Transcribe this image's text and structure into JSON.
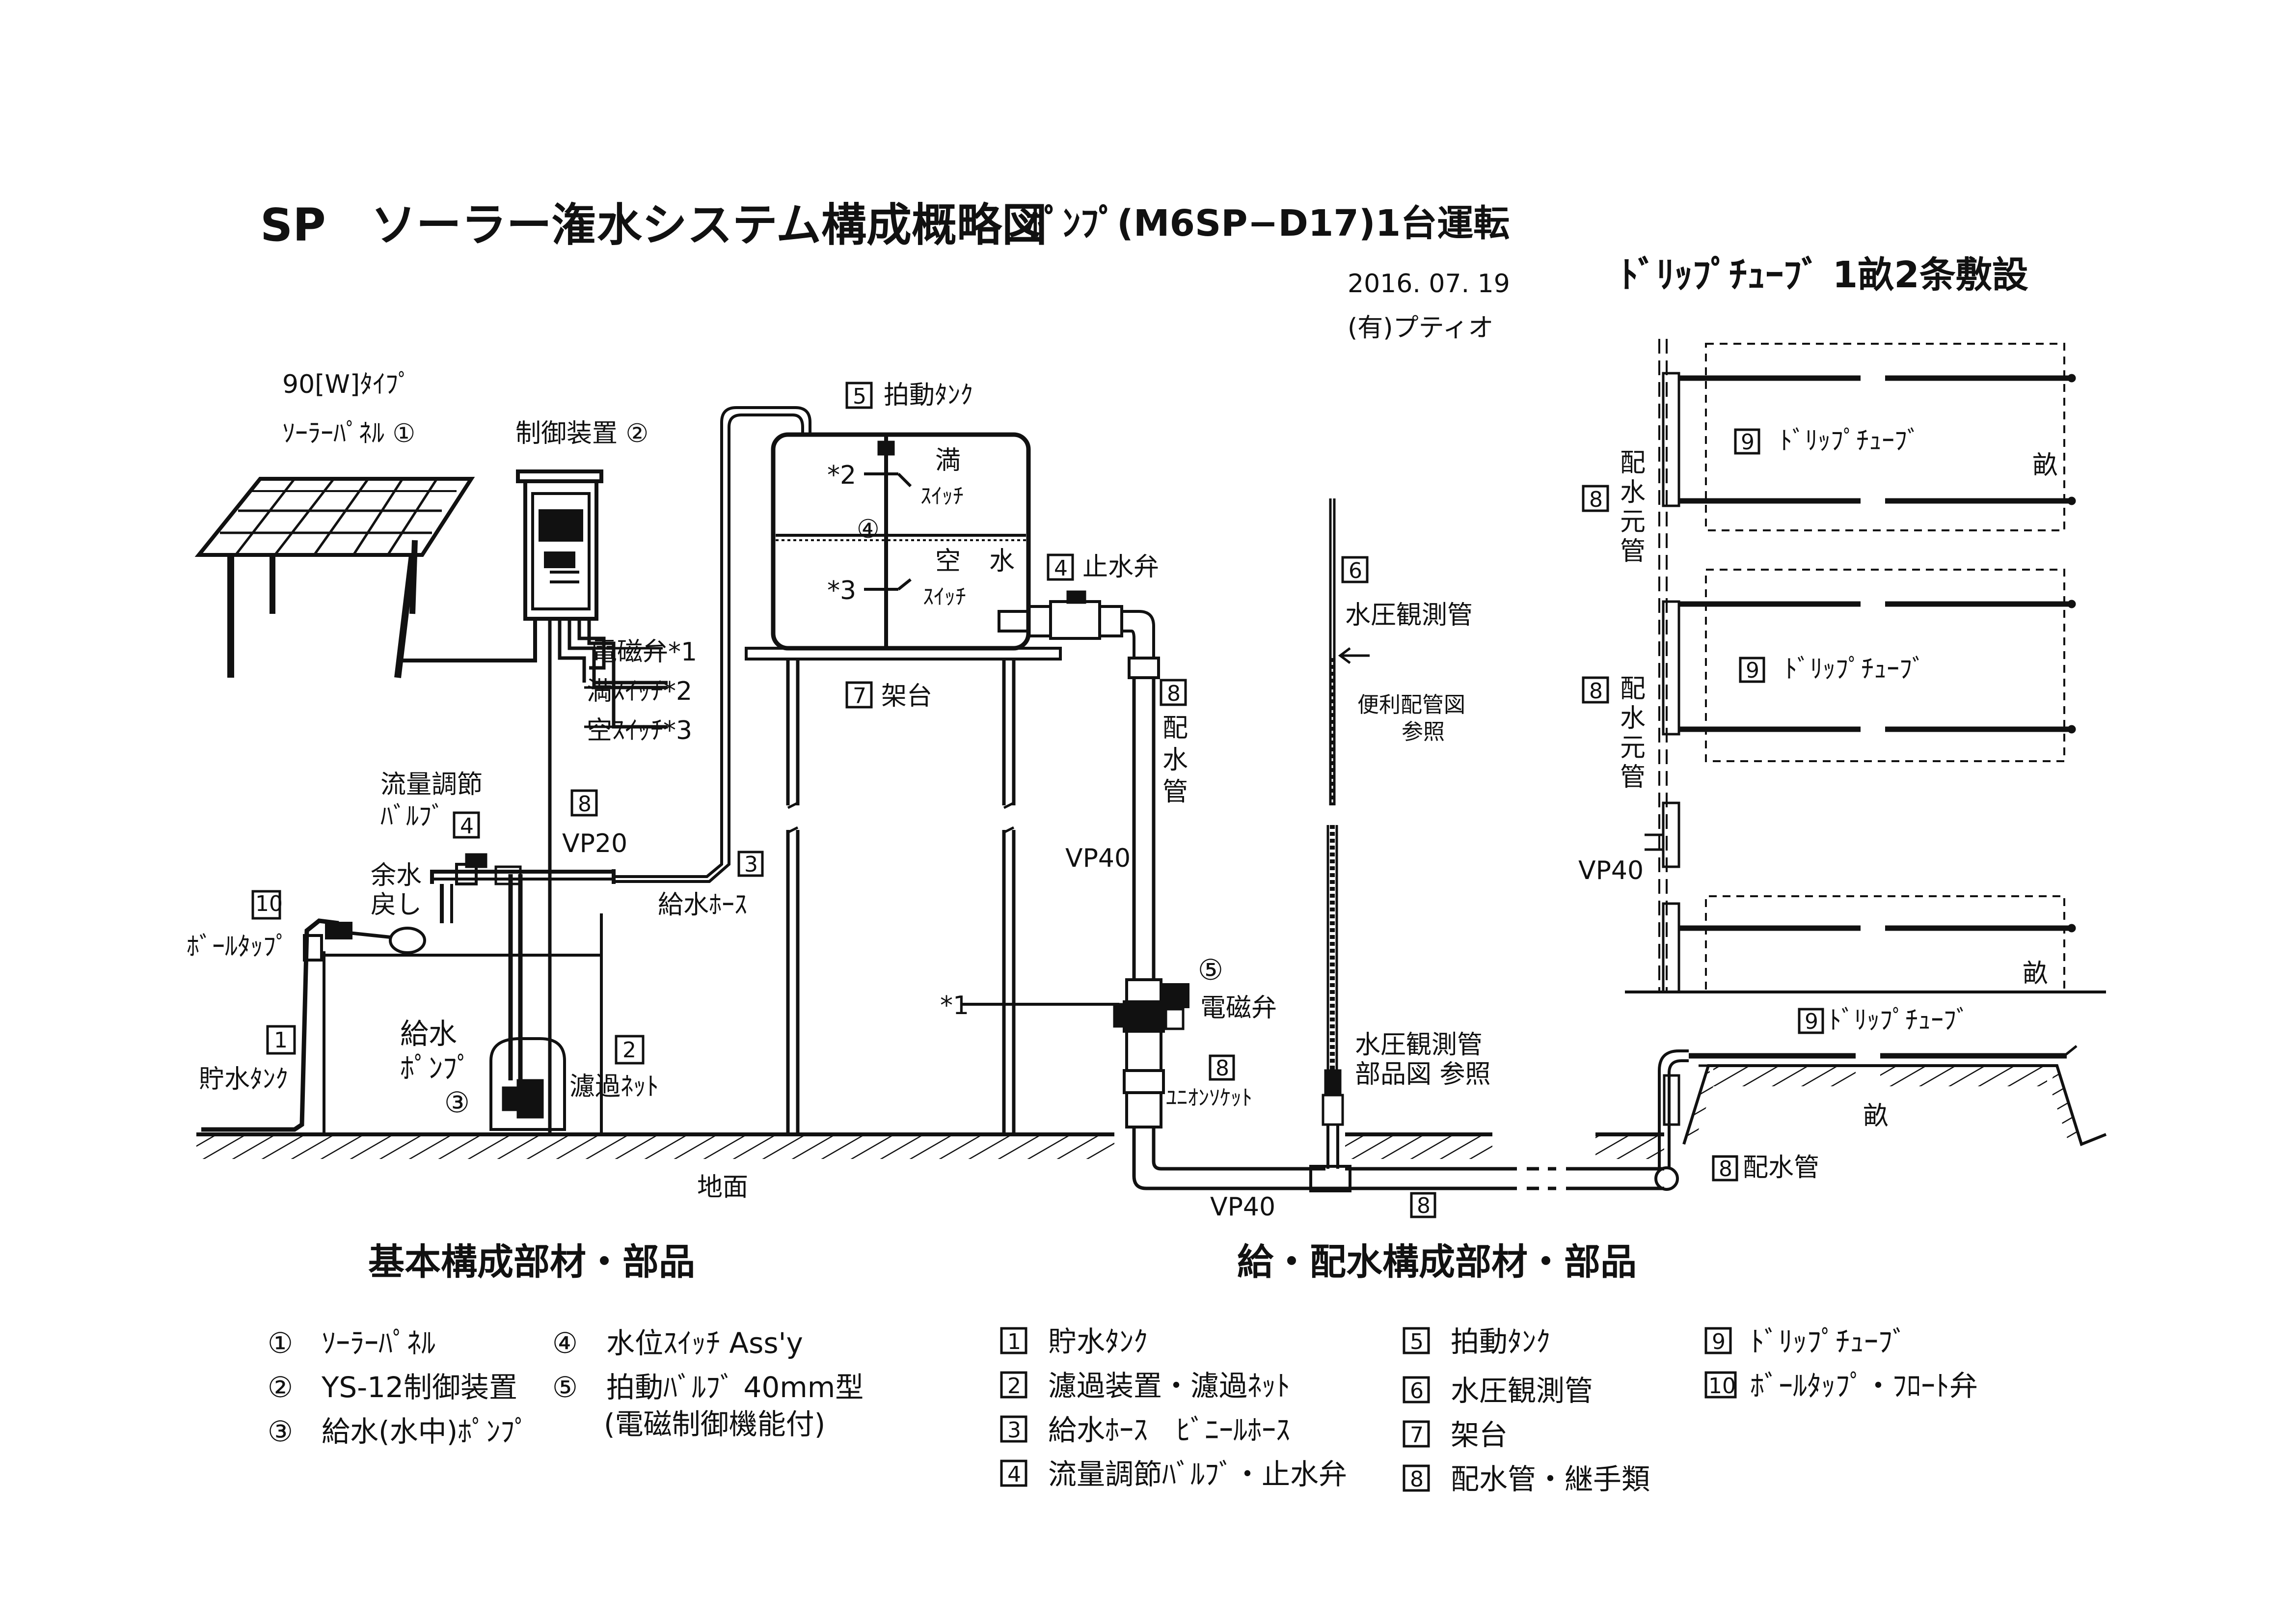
{
  "header": {
    "title": "SP　ソーラー潅水システム構成概略図",
    "subtitle": "ﾎﾟﾝﾌﾟ(M6SP−D17)1台運転",
    "date": "2016. 07. 19",
    "company": "(有)プティオ",
    "drip_title": "ﾄﾞﾘｯﾌﾟﾁｭｰﾌﾞ 1畝2条敷設"
  },
  "labels": {
    "panel_type": "90[W]ﾀｲﾌﾟ",
    "solar_panel": "ｿｰﾗｰﾊﾟﾈﾙ ①",
    "controller": "制御装置 ②",
    "solenoid_out": "電磁弁*1",
    "full_switch_out": "満ｽｲｯﾁ*2",
    "empty_switch_out": "空ｽｲｯﾁ*3",
    "flow_valve_1": "流量調節",
    "flow_valve_2": "ﾊﾞﾙﾌﾞ",
    "flow_valve_num": "4",
    "surplus_1": "余水",
    "surplus_2": "戻し",
    "ball_tap_num": "10",
    "ball_tap": "ﾎﾞｰﾙﾀｯﾌﾟ",
    "storage_num": "1",
    "storage_tank": "貯水ﾀﾝｸ",
    "pump_1": "給水",
    "pump_2": "ﾎﾟﾝﾌﾟ",
    "pump_num": "③",
    "filter_num": "2",
    "filter_net": "濾過ﾈｯﾄ",
    "vp20_num": "8",
    "vp20": "VP20",
    "hose_num": "3",
    "hose": "給水ﾎｰｽ",
    "ground": "地面",
    "tank_num": "5",
    "tank": "拍動ﾀﾝｸ",
    "mark2": "*2",
    "mark3": "*3",
    "mark4": "④",
    "full_1": "満",
    "full_2": "ｽｲｯﾁ",
    "empty_1": "空",
    "empty_2": "水",
    "empty_3": "ｽｲｯﾁ",
    "stand_num": "7",
    "stand": "架台",
    "stop_num": "4",
    "stop_valve": "止水弁",
    "dist_num": "8",
    "dist_1": "配",
    "dist_2": "水",
    "dist_3": "管",
    "vp40_mid": "VP40",
    "mark1": "*1",
    "solenoid_num": "⑤",
    "solenoid": "電磁弁",
    "union_num": "8",
    "union": "ﾕﾆｵﾝｿｹｯﾄ",
    "vp40_bottom": "VP40",
    "bottom_pipe_num": "8",
    "gauge_num": "6",
    "gauge": "水圧観測管",
    "handy_1": "便利配管図",
    "handy_2": "参照",
    "gauge_parts_1": "水圧観測管",
    "gauge_parts_2": "部品図 参照",
    "main_num": "8",
    "main_1": "配",
    "main_2": "水",
    "main_3": "元",
    "main_4": "管",
    "main2_num": "8",
    "main2_1": "配",
    "main2_2": "水",
    "main2_3": "元",
    "main2_4": "管",
    "drip1_num": "9",
    "drip1": "ﾄﾞﾘｯﾌﾟﾁｭｰﾌﾞ",
    "drip2_num": "9",
    "drip2": "ﾄﾞﾘｯﾌﾟﾁｭｰﾌﾞ",
    "ridge_top": "畝",
    "ridge_bot": "畝",
    "vp40_right": "VP40",
    "drip3_num": "9",
    "drip3": "ﾄﾞﾘｯﾌﾟﾁｭｰﾌﾞ",
    "ridge_section": "畝",
    "pipe_right_num": "8",
    "pipe_right": "配水管"
  },
  "legend_left": {
    "heading": "基本構成部材・部品",
    "items": [
      "①　ｿｰﾗｰﾊﾟﾈﾙ",
      "②　YS-12制御装置",
      "③　給水(水中)ﾎﾟﾝﾌﾟ",
      "④　水位ｽｲｯﾁ Ass'y",
      "⑤　拍動ﾊﾞﾙﾌﾞ 40mm型",
      "(電磁制御機能付)"
    ]
  },
  "legend_right": {
    "heading": "給・配水構成部材・部品",
    "items": [
      {
        "num": "1",
        "text": "貯水ﾀﾝｸ"
      },
      {
        "num": "2",
        "text": "濾過装置・濾過ﾈｯﾄ"
      },
      {
        "num": "3",
        "text": "給水ﾎｰｽ　ﾋﾞﾆｰﾙﾎｰｽ"
      },
      {
        "num": "4",
        "text": "流量調節ﾊﾞﾙﾌﾞ・止水弁"
      },
      {
        "num": "5",
        "text": "拍動ﾀﾝｸ"
      },
      {
        "num": "6",
        "text": "水圧観測管"
      },
      {
        "num": "7",
        "text": "架台"
      },
      {
        "num": "8",
        "text": "配水管・継手類"
      },
      {
        "num": "9",
        "text": "ﾄﾞﾘｯﾌﾟﾁｭｰﾌﾞ"
      },
      {
        "num": "10",
        "text": "ﾎﾞｰﾙﾀｯﾌﾟ・ﾌﾛｰﾄ弁"
      }
    ]
  }
}
